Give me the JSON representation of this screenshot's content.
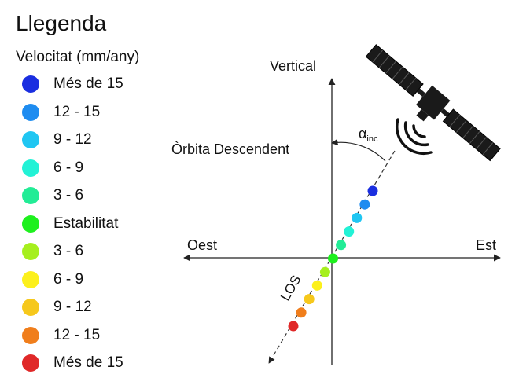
{
  "legend": {
    "title": "Llegenda",
    "subtitle": "Velocitat (mm/any)",
    "items": [
      {
        "label": "Més de 15",
        "color": "#1a2ee0"
      },
      {
        "label": "12 - 15",
        "color": "#1e8cf0"
      },
      {
        "label": "9 - 12",
        "color": "#20c6f2"
      },
      {
        "label": "6 - 9",
        "color": "#22f2d6"
      },
      {
        "label": "3 - 6",
        "color": "#22ec96"
      },
      {
        "label": "Estabilitat",
        "color": "#1ef01e"
      },
      {
        "label": "3 - 6",
        "color": "#a6ef1e"
      },
      {
        "label": "6 - 9",
        "color": "#fcf01c"
      },
      {
        "label": "9 - 12",
        "color": "#f6c81c"
      },
      {
        "label": "12 - 15",
        "color": "#f07e1c"
      },
      {
        "label": "Més de 15",
        "color": "#e02828"
      }
    ]
  },
  "diagram": {
    "vertical_label": "Vertical",
    "west_label": "Oest",
    "east_label": "Est",
    "orbit_label": "Òrbita Descendent",
    "angle_symbol": "α",
    "angle_subscript": "inc",
    "los_label": "LOS",
    "icons": [
      "satellite-icon",
      "signal-waves-icon"
    ]
  }
}
